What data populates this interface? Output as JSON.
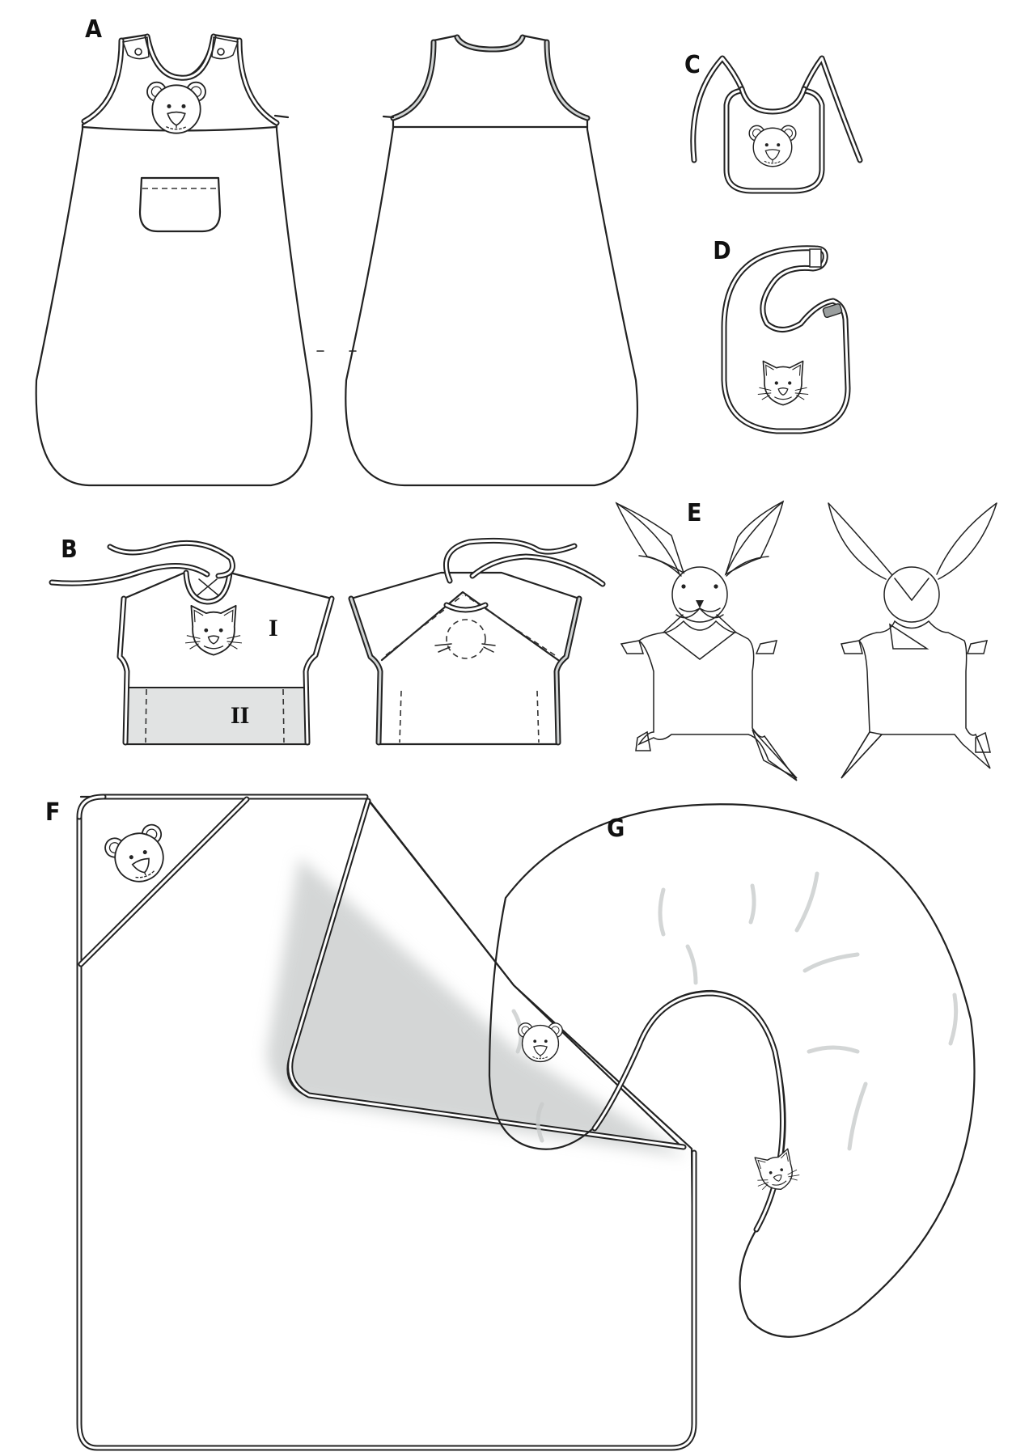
{
  "sheet": {
    "type": "sewing-pattern-technical-drawings",
    "colors": {
      "outline": "#222222",
      "fill_white": "#ffffff",
      "fill_gray_back": "#d0d3d3",
      "fill_gray_light": "#e1e3e3",
      "shadow": "#b8bcbc"
    }
  },
  "views": [
    {
      "id": "A",
      "label": "A",
      "description": "Baby sleeping bag, front (white, bear appliqué, patch pocket) and back (gray)"
    },
    {
      "id": "B",
      "label": "B",
      "description": "Baby bib-shirt with tie neck, front with cat face and back (gray)",
      "parts": [
        {
          "label": "I"
        },
        {
          "label": "II"
        }
      ]
    },
    {
      "id": "C",
      "label": "C",
      "description": "Bib with ties and bear face"
    },
    {
      "id": "D",
      "label": "D",
      "description": "Wrap-around bib with hook-and-loop closure and cat face"
    },
    {
      "id": "E",
      "label": "E",
      "description": "Bunny comforter toy, front and back"
    },
    {
      "id": "F",
      "label": "F",
      "description": "Hooded bath towel with bear face, corner folded"
    },
    {
      "id": "G",
      "label": "G",
      "description": "Nursing / support pillow with bear and cat faces"
    }
  ],
  "labels": {
    "a": "A",
    "b": "B",
    "c": "C",
    "d": "D",
    "e": "E",
    "f": "F",
    "g": "G",
    "b_part_1": "I",
    "b_part_2": "II"
  }
}
